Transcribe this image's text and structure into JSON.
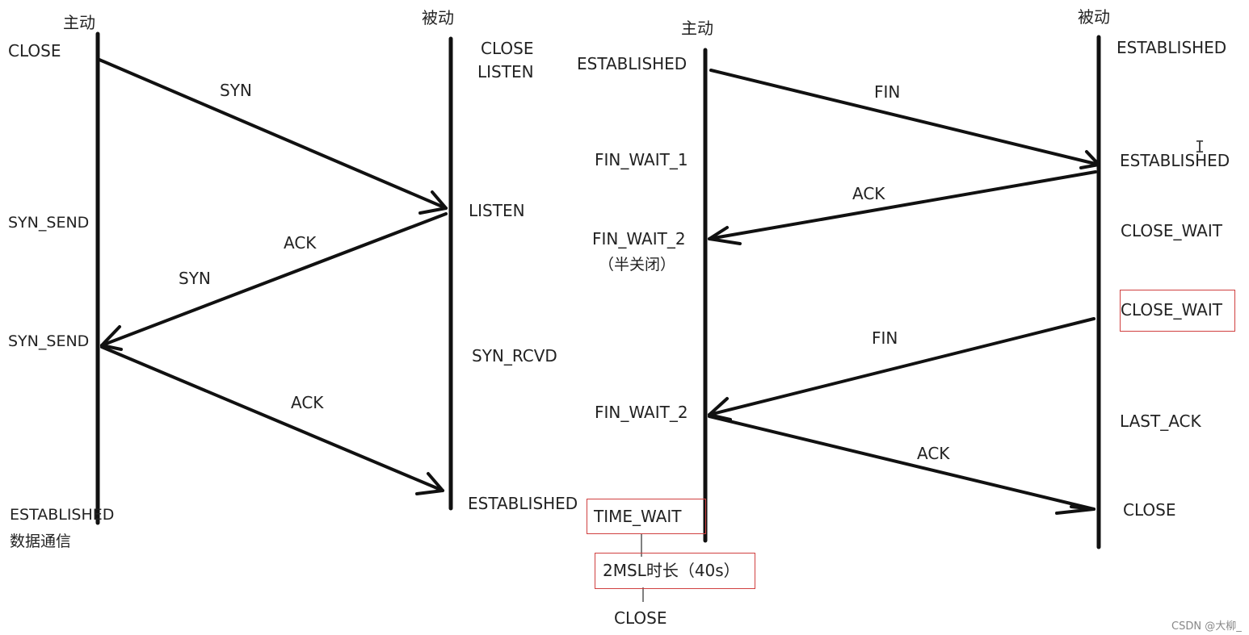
{
  "handshake": {
    "client_header": "主动",
    "server_header": "被动",
    "client_states": {
      "close": "CLOSE",
      "syn_send_1": "SYN_SEND",
      "syn_send_2": "SYN_SEND",
      "established": "ESTABLISHED",
      "data_comm": "数据通信"
    },
    "server_states": {
      "close": "CLOSE",
      "listen_top": "LISTEN",
      "listen": "LISTEN",
      "syn_rcvd": "SYN_RCVD",
      "established": "ESTABLISHED"
    },
    "messages": {
      "syn_1": "SYN",
      "ack_1": "ACK",
      "syn_2": "SYN",
      "ack_2": "ACK"
    }
  },
  "teardown": {
    "client_header": "主动",
    "server_header": "被动",
    "client_states": {
      "established": "ESTABLISHED",
      "fin_wait_1": "FIN_WAIT_1",
      "fin_wait_2a": "FIN_WAIT_2",
      "half_close": "（半关闭）",
      "fin_wait_2b": "FIN_WAIT_2",
      "time_wait": "TIME_WAIT",
      "msl": "2MSL时长（40s）",
      "close": "CLOSE"
    },
    "server_states": {
      "established_1": "ESTABLISHED",
      "established_2": "ESTABLISHED",
      "close_wait_1": "CLOSE_WAIT",
      "close_wait_2": "CLOSE_WAIT",
      "last_ack": "LAST_ACK",
      "close": "CLOSE"
    },
    "messages": {
      "fin_1": "FIN",
      "ack_1": "ACK",
      "fin_2": "FIN",
      "ack_2": "ACK"
    }
  },
  "watermark": "CSDN @大柳_",
  "colors": {
    "ink": "#111111",
    "highlight_box": "#d04040"
  }
}
